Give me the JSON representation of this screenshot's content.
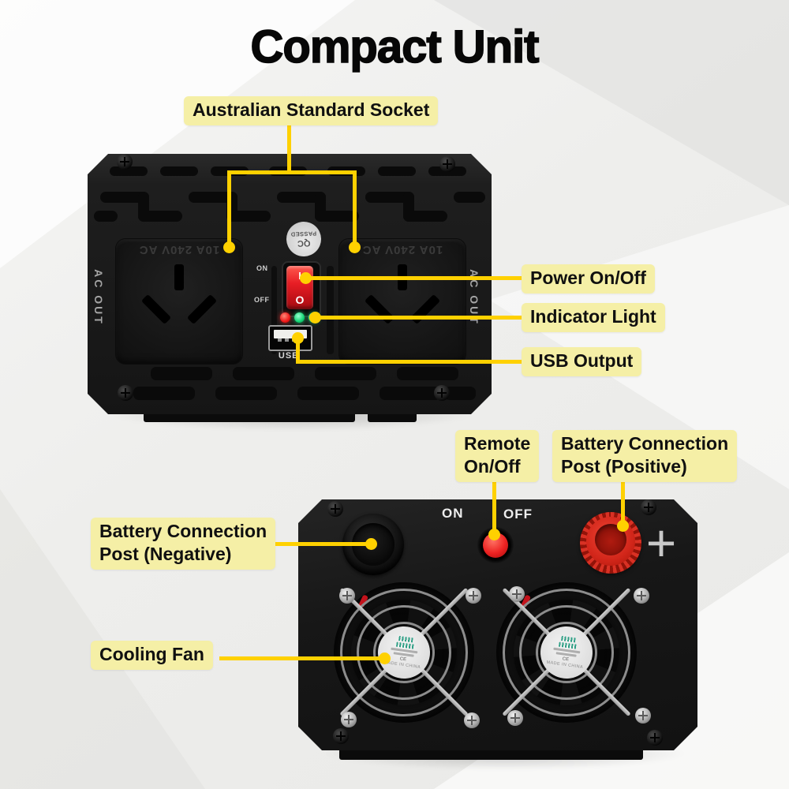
{
  "title": "Compact Unit",
  "colors": {
    "accent_yellow": "#FFD100",
    "label_background": "#F5EFA6",
    "device_black": "#1B1B1B",
    "switch_red": "#E01F26",
    "led_red": "#F11818",
    "led_green": "#12D473",
    "post_red": "#D2261A"
  },
  "labels": {
    "australian_socket": "Australian Standard Socket",
    "power": "Power On/Off",
    "indicator": "Indicator Light",
    "usb_output": "USB Output",
    "remote_line1": "Remote",
    "remote_line2": "On/Off",
    "battery_positive_line1": "Battery Connection",
    "battery_positive_line2": "Post (Positive)",
    "battery_negative_line1": "Battery Connection",
    "battery_negative_line2": "Post (Negative)",
    "cooling_fan": "Cooling Fan"
  },
  "top_device": {
    "side_text": "AC OUT",
    "socket_marking": "10A 240V AC",
    "qc_sticker_line1": "QC",
    "qc_sticker_line2": "PASSED",
    "switch_on": "ON",
    "switch_off": "OFF",
    "switch_i": "I",
    "switch_o": "O",
    "usb_label": "USB"
  },
  "bottom_device": {
    "remote_on": "ON",
    "remote_off": "OFF",
    "positive_symbol": "+",
    "fan_sticker_ce": "CE",
    "fan_sticker_origin": "MADE IN CHINA"
  }
}
